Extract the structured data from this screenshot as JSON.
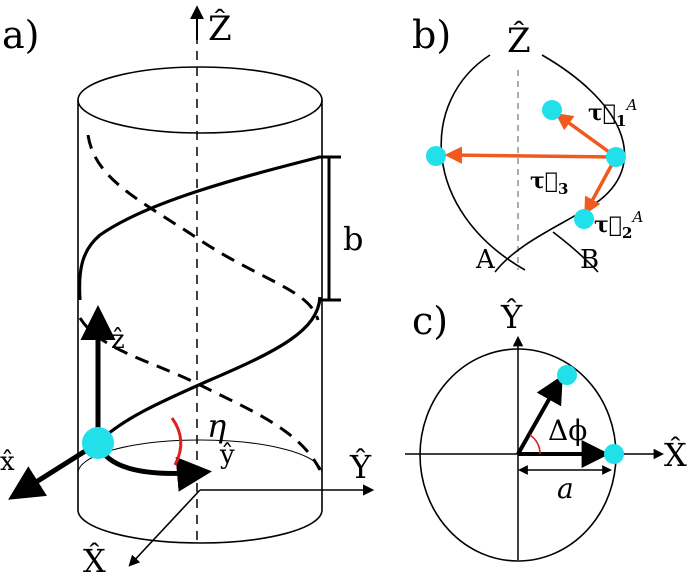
{
  "panels": {
    "a": {
      "label": "a)",
      "axis_Z": "Ẑ",
      "axis_Y": "Ŷ",
      "axis_X": "X̂",
      "local_x": "x̂",
      "local_y": "ŷ",
      "local_z": "ẑ",
      "pitch": "b",
      "angle": "η"
    },
    "b": {
      "label": "b)",
      "axis_Z": "Ẑ",
      "tau1": "τ⃗",
      "tau1_sub": "1",
      "tau1_sup": "A",
      "tau2": "τ⃗",
      "tau2_sub": "2",
      "tau2_sup": "A",
      "tau3": "τ⃗",
      "tau3_sub": "3",
      "strand_A": "A",
      "strand_B": "B"
    },
    "c": {
      "label": "c)",
      "axis_Y": "Ŷ",
      "axis_X": "X̂",
      "angle": "Δϕ",
      "radius": "a"
    }
  },
  "colors": {
    "atom": "#22e0ea",
    "vector": "#f05a1e",
    "angle_arc": "#e02020",
    "line": "#000000"
  }
}
